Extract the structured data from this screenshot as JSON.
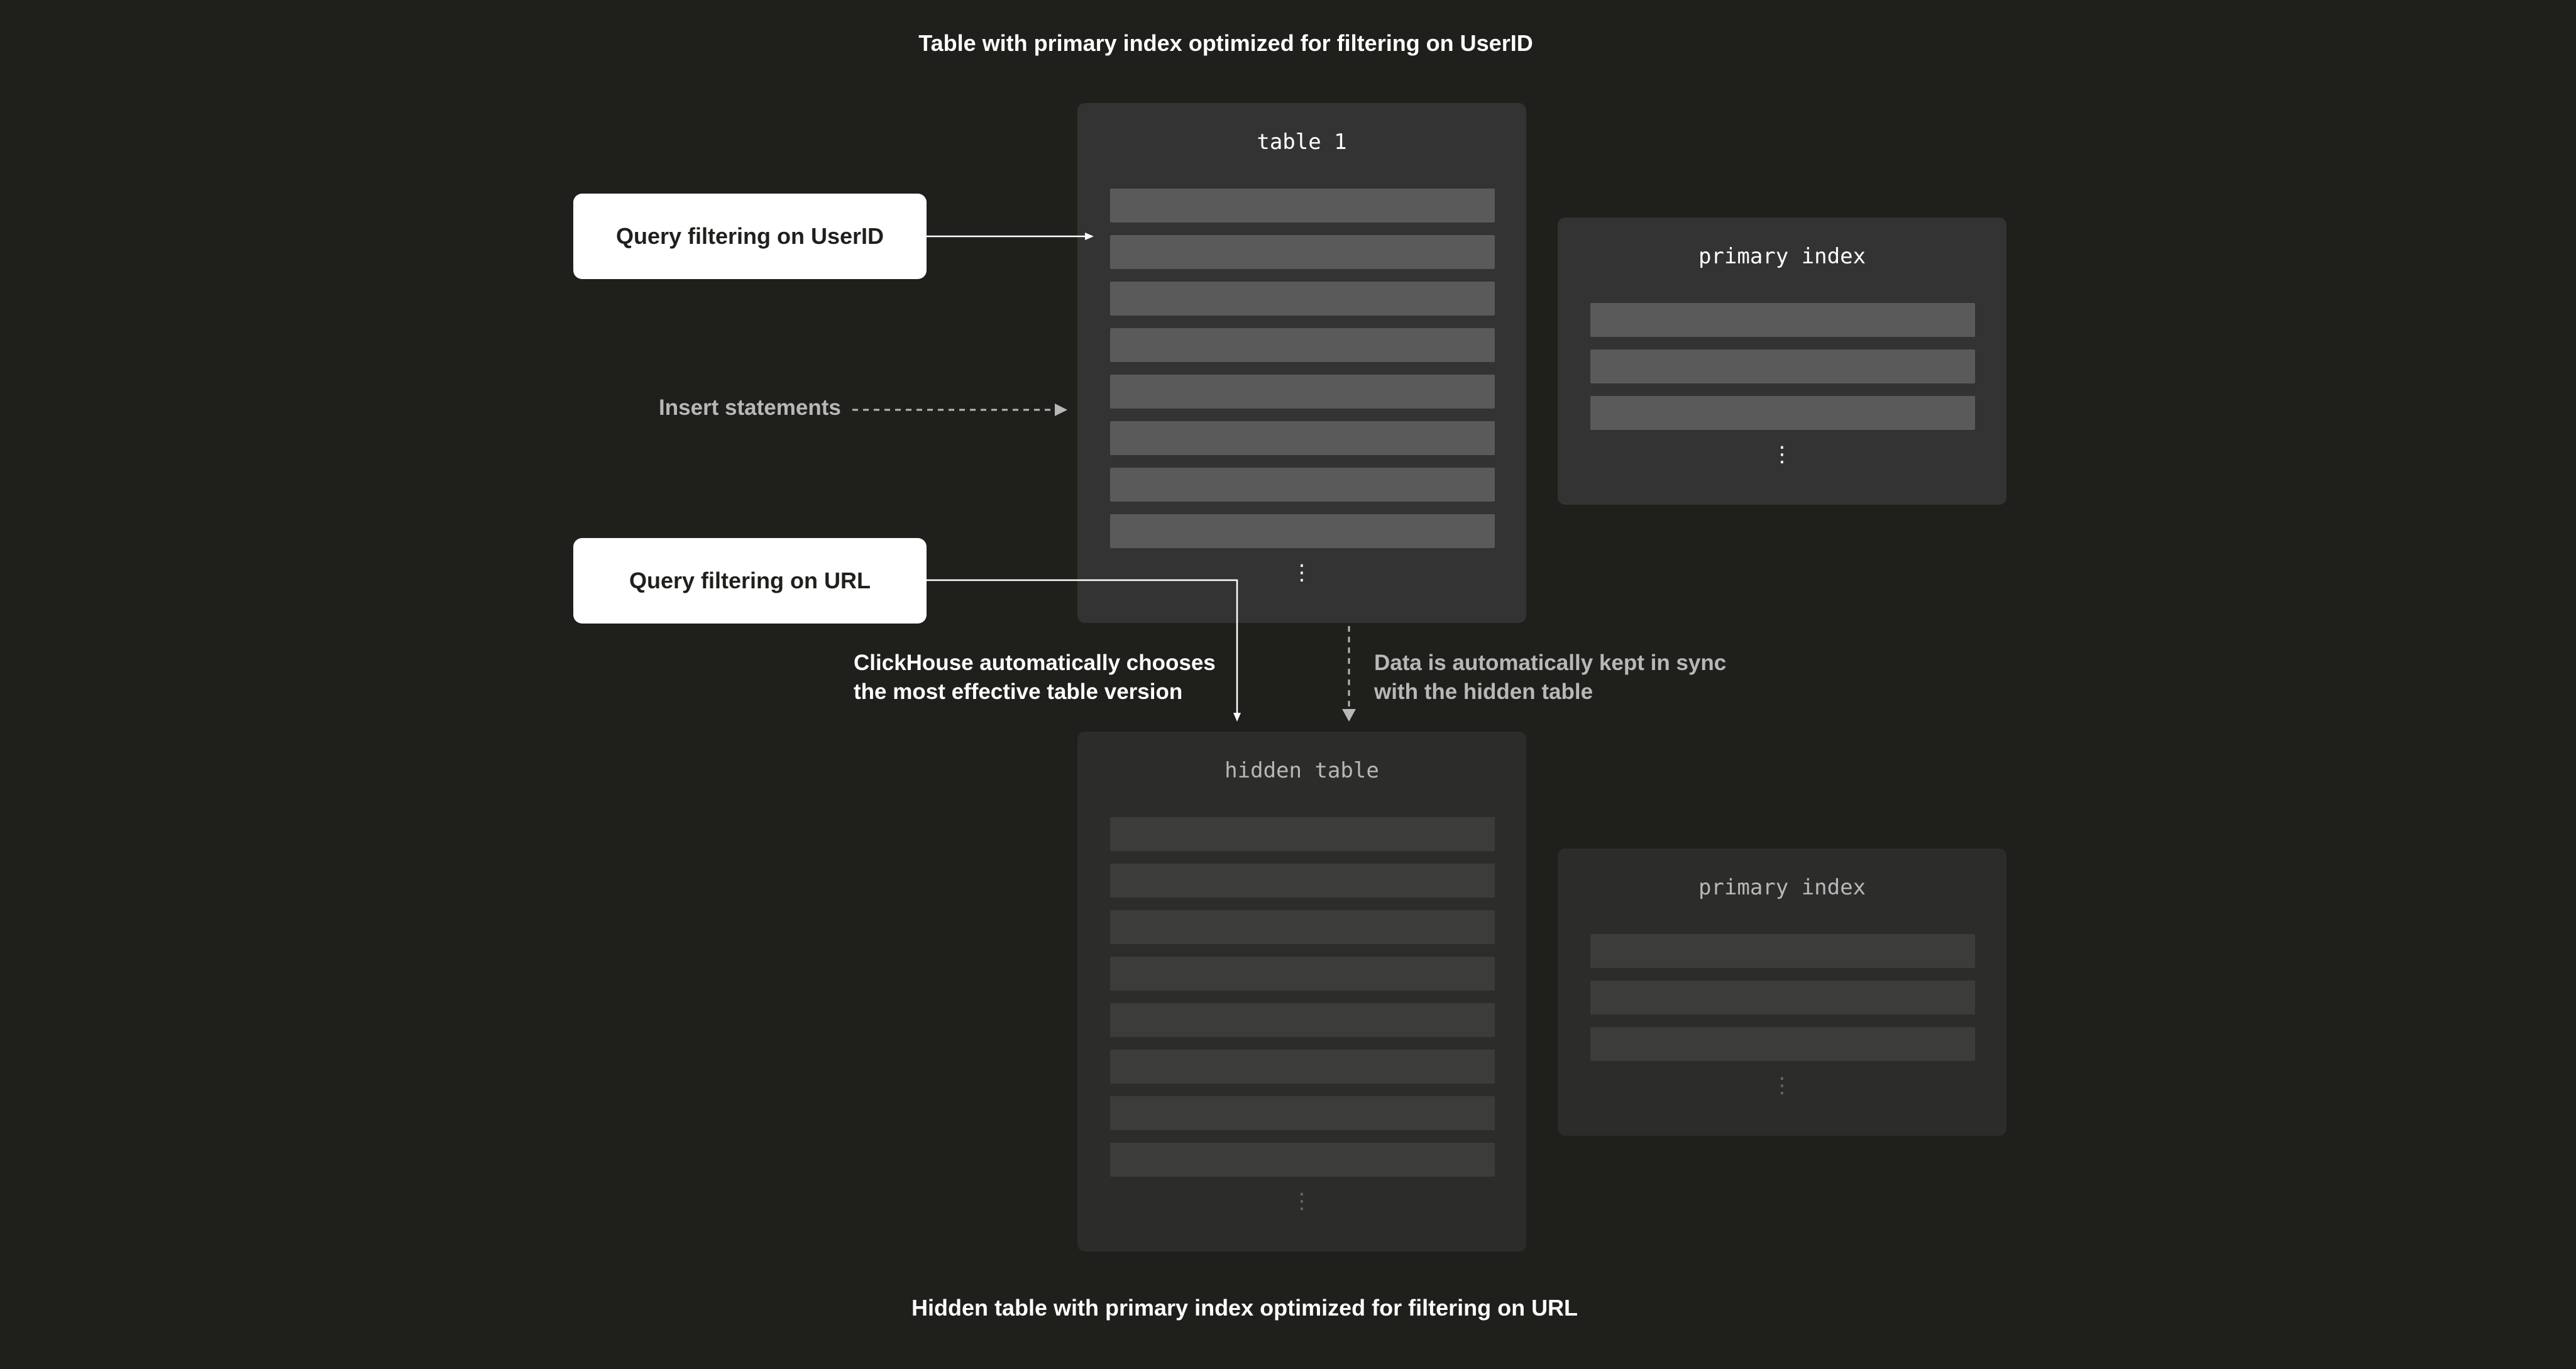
{
  "titles": {
    "top": "Table with primary index optimized for filtering on UserID",
    "bottom": "Hidden table with primary index optimized for filtering on URL"
  },
  "table1": {
    "title": "table 1",
    "row_count": 8,
    "ellipsis": "⋮"
  },
  "primary_index_1": {
    "title": "primary index",
    "row_count": 3,
    "ellipsis": "⋮"
  },
  "hidden_table": {
    "title": "hidden table",
    "row_count": 8,
    "ellipsis": "⋮"
  },
  "primary_index_2": {
    "title": "primary index",
    "row_count": 3,
    "ellipsis": "⋮"
  },
  "queries": {
    "userid": "Query filtering on UserID",
    "url": "Query filtering on URL"
  },
  "labels": {
    "insert": "Insert statements",
    "choose_line1": "ClickHouse automatically chooses",
    "choose_line2": "the most effective table version",
    "sync_line1": "Data is automatically kept in sync",
    "sync_line2": "with the hidden table"
  },
  "colors": {
    "background": "#1f1f1c",
    "panel": "#333333",
    "panel_faded": "#2c2c2b",
    "row": "#5a5a5a",
    "row_faded": "#3c3c3b",
    "query_box": "#ffffff",
    "muted_text": "#b8b8b8"
  }
}
